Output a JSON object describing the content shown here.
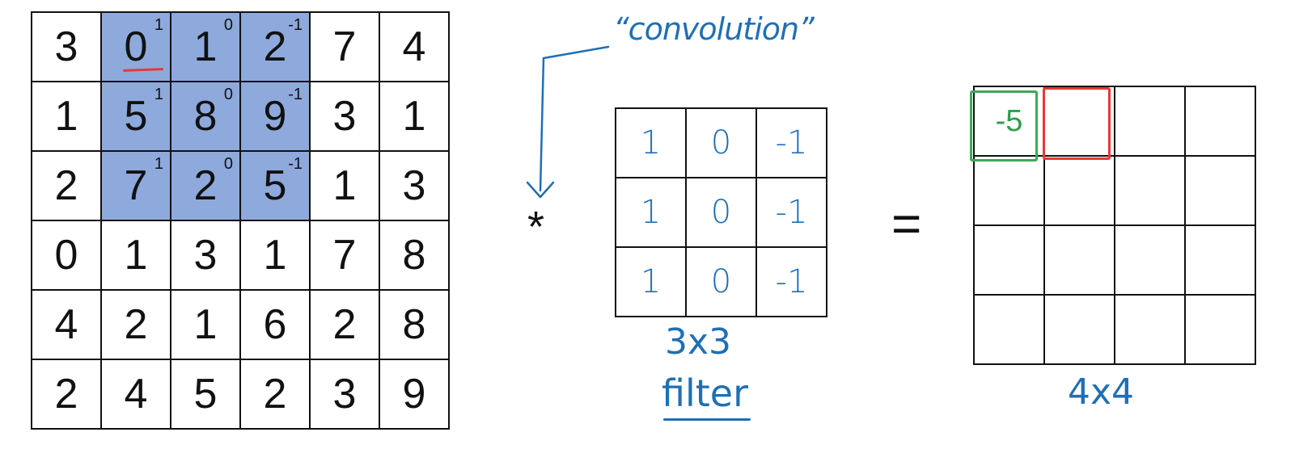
{
  "input_matrix": {
    "values": [
      [
        "3",
        "0",
        "1",
        "2",
        "7",
        "4"
      ],
      [
        "1",
        "5",
        "8",
        "9",
        "3",
        "1"
      ],
      [
        "2",
        "7",
        "2",
        "5",
        "1",
        "3"
      ],
      [
        "0",
        "1",
        "3",
        "1",
        "7",
        "8"
      ],
      [
        "4",
        "2",
        "1",
        "6",
        "2",
        "8"
      ],
      [
        "2",
        "4",
        "5",
        "2",
        "3",
        "9"
      ]
    ],
    "highlight_superscripts": [
      [
        "1",
        "0",
        "-1"
      ],
      [
        "1",
        "0",
        "-1"
      ],
      [
        "1",
        "0",
        "-1"
      ]
    ],
    "highlight_color": "#8ea9db"
  },
  "operator_convolution": "*",
  "convolution_label": "“convolution”",
  "filter": {
    "values": [
      [
        "1",
        "0",
        "-1"
      ],
      [
        "1",
        "0",
        "-1"
      ],
      [
        "1",
        "0",
        "-1"
      ]
    ],
    "dimension_label": "3x3",
    "name_label": "filter"
  },
  "equals_sign": "=",
  "output": {
    "values": [
      [
        "-5",
        "",
        "",
        ""
      ],
      [
        "",
        "",
        "",
        ""
      ],
      [
        "",
        "",
        "",
        ""
      ],
      [
        "",
        "",
        "",
        ""
      ]
    ],
    "dimension_label": "4x4",
    "current_cell_color": "#3fa85a",
    "next_cell_color": "#e53935"
  },
  "ink_color": "#1f6fb5"
}
